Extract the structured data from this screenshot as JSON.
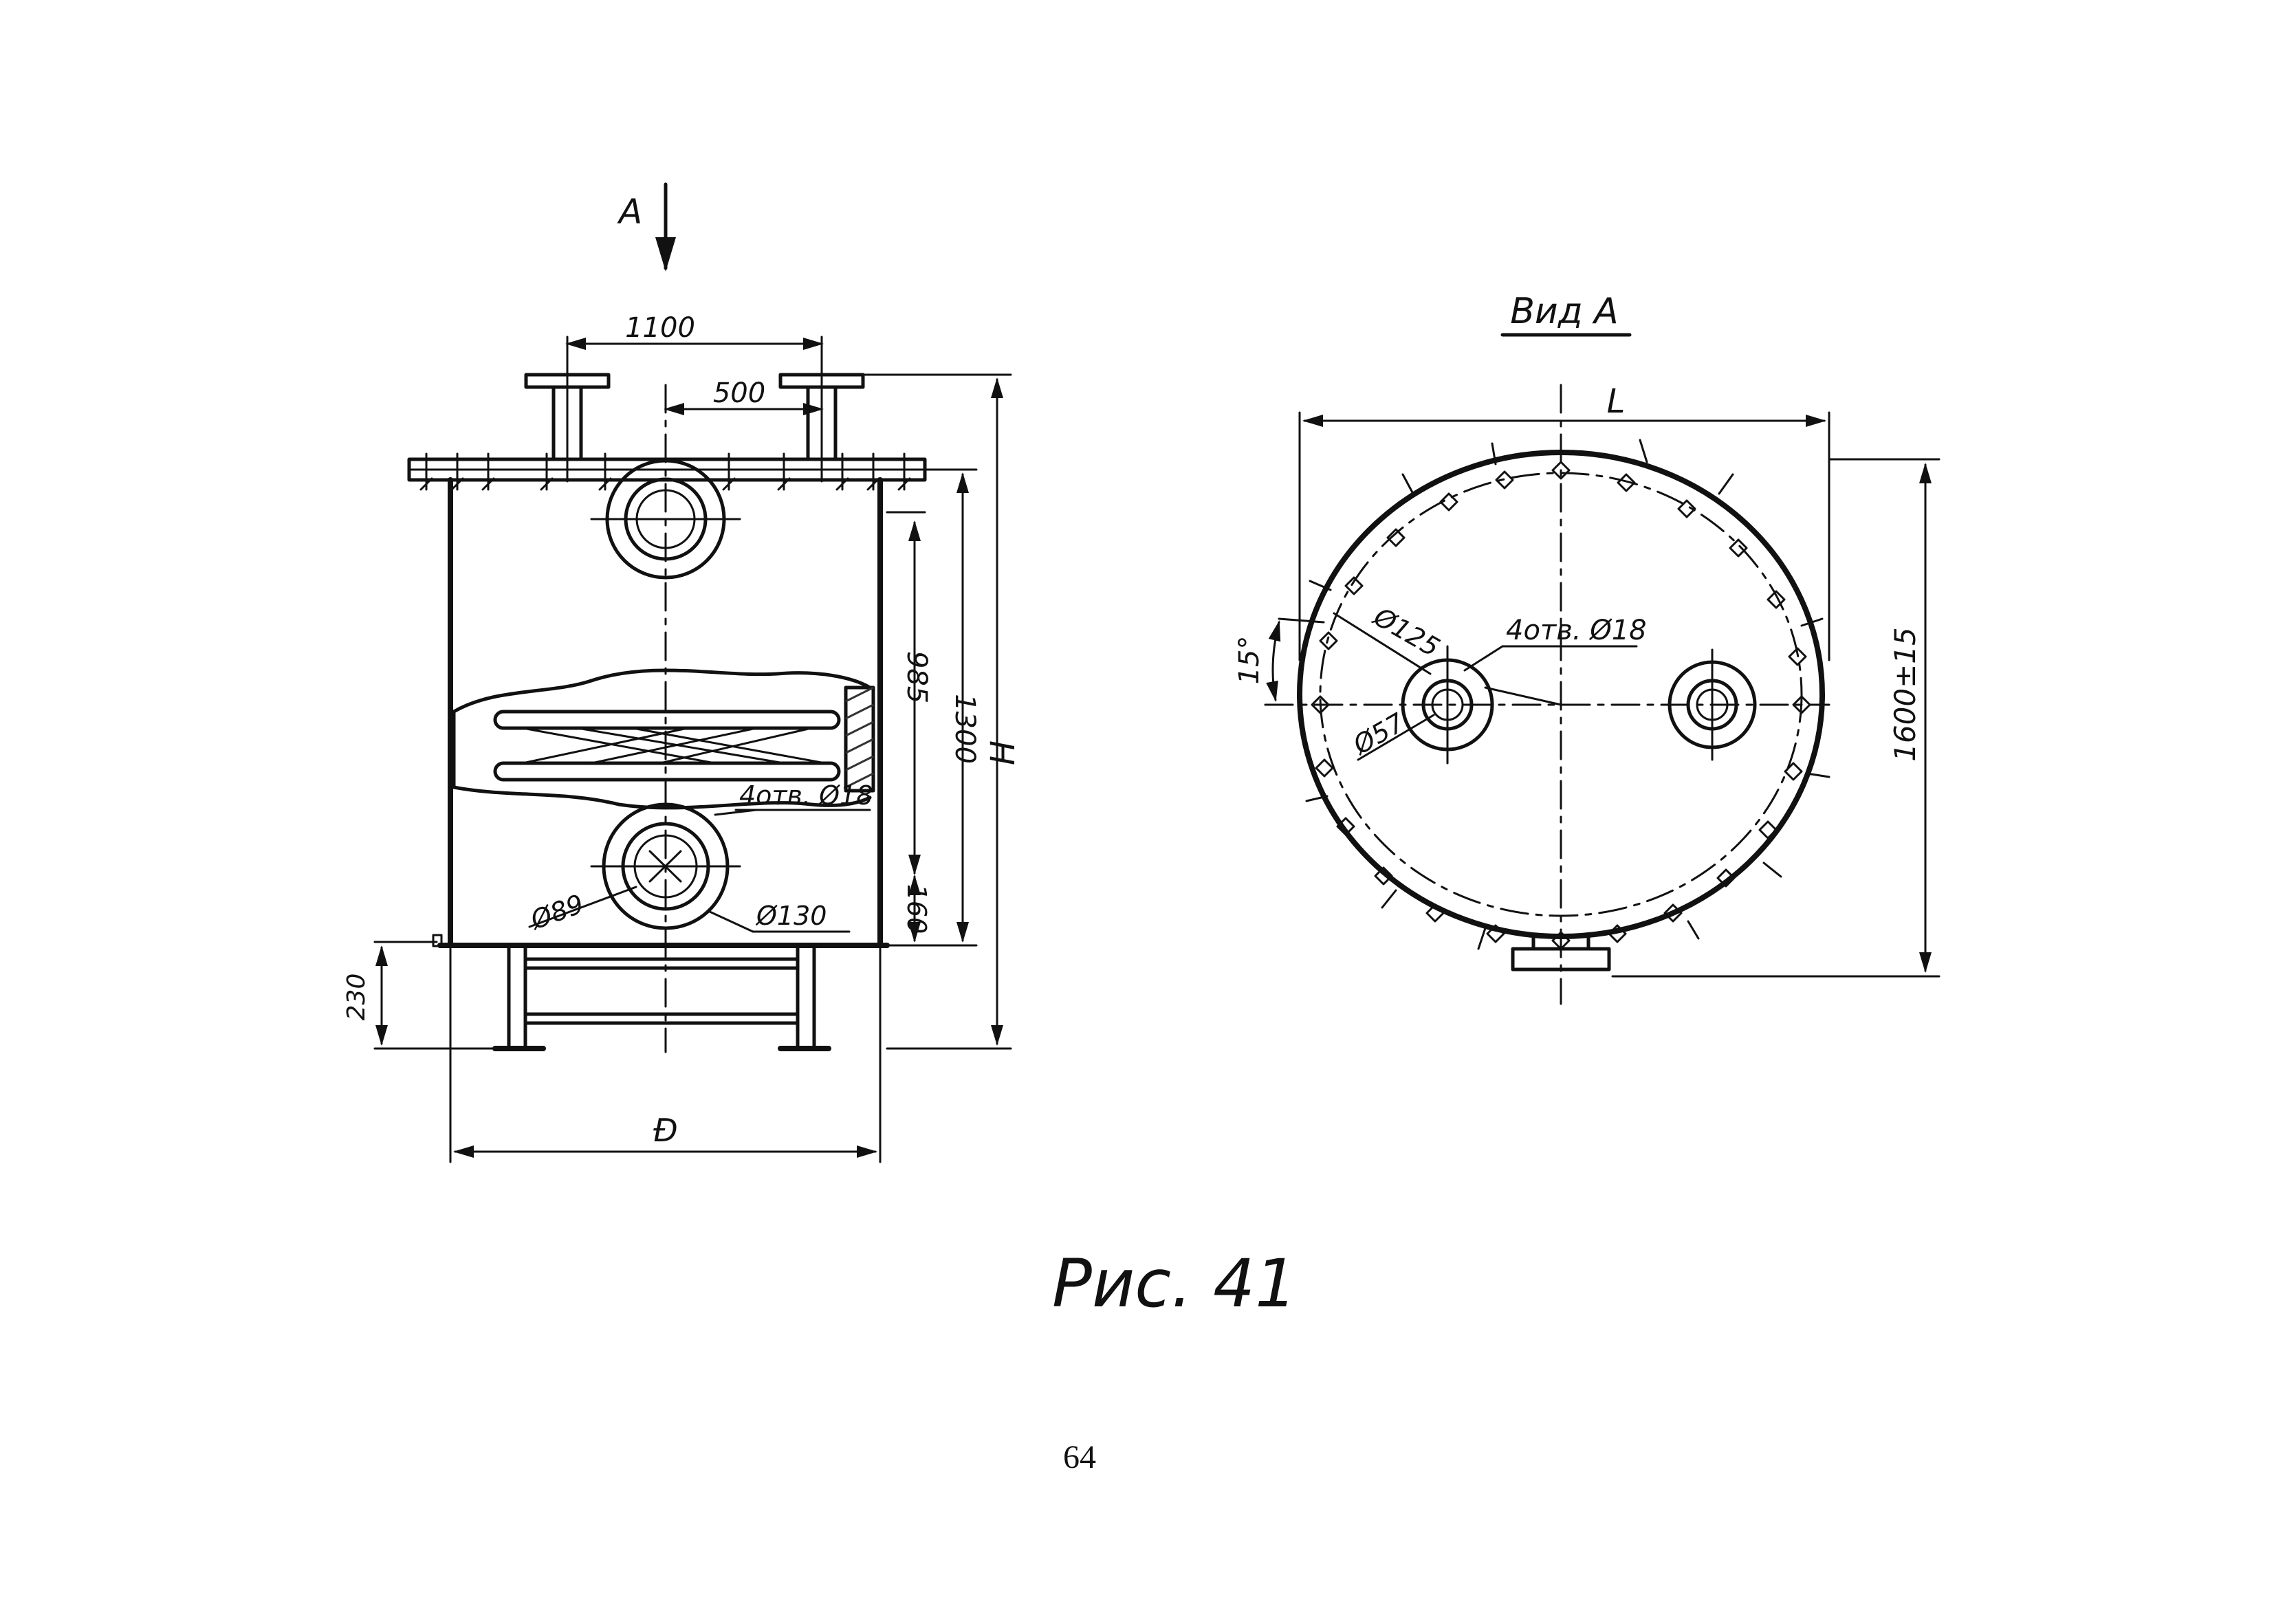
{
  "figure": {
    "caption": "Рис. 41",
    "page_number": "64"
  },
  "front_view": {
    "section_arrow_label": "A",
    "dim_top_spacing": "1100",
    "dim_inner_spacing": "500",
    "dim_985": "985",
    "dim_1300": "1300",
    "dim_h": "H",
    "dim_160": "160",
    "dim_230": "230",
    "dim_d": "Ð",
    "holes_note": "4отв. Ø18",
    "pipe_diameter": "Ø89",
    "flange_diameter": "Ø130"
  },
  "top_view": {
    "title": "Вид А",
    "dim_l": "L",
    "dim_height": "1600±15",
    "angle": "15°",
    "flange_diameter": "Ø125",
    "pipe_diameter": "Ø57",
    "holes_note": "4отв. Ø18"
  }
}
